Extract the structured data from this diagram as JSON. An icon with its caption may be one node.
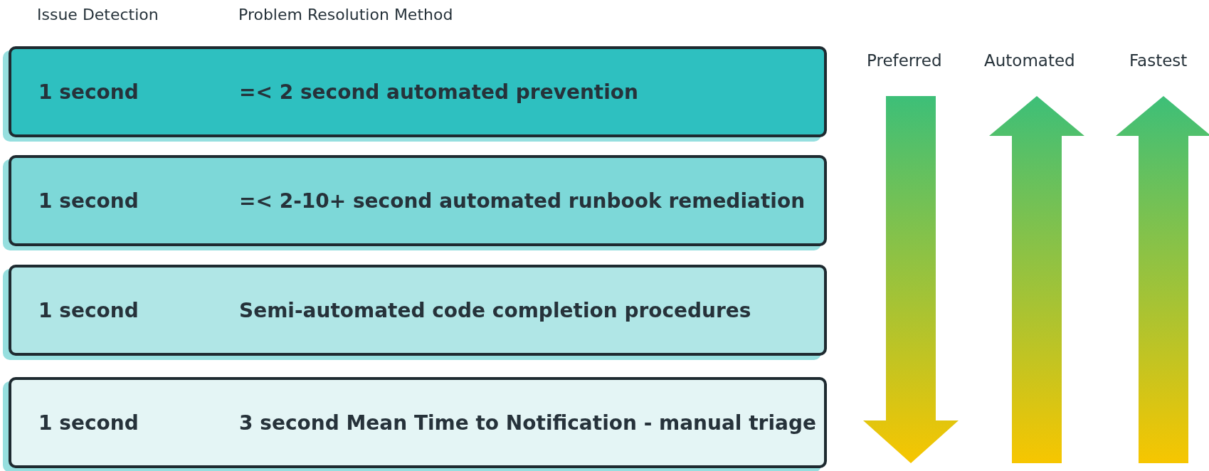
{
  "diagram": {
    "nodes": [
      {
        "text": [
          "1 second",
          "=< 2 second automated prevention"
        ]
      },
      {
        "text": [
          "1 second",
          "=< 2-10+ second automated runbook remediation"
        ]
      },
      {
        "text": [
          "1 second",
          "Semi-automated code completion procedures"
        ]
      },
      {
        "text": [
          "1 second",
          "3 second Mean Time to Notification - manual triage"
        ]
      }
    ],
    "edges": [],
    "labels": [
      "Issue Detection",
      "Problem Resolution Method",
      "Preferred",
      "Automated",
      "Fastest"
    ]
  }
}
